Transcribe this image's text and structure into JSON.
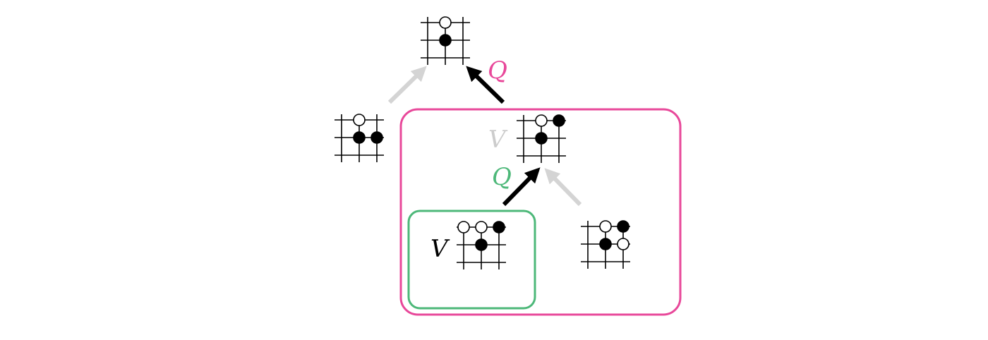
{
  "labels": {
    "q_top": "Q",
    "v_middle": "V",
    "q_middle": "Q",
    "v_bottom": "V"
  },
  "colors": {
    "magenta": "#e8489a",
    "green": "#4db879",
    "gray_arrow": "#d4d4d4",
    "gray_label": "#cccccc",
    "black": "#000000"
  },
  "boards": {
    "top": [
      {
        "row": -1,
        "col": 1,
        "color": "white"
      },
      {
        "row": 0,
        "col": 1,
        "color": "black"
      }
    ],
    "left": [
      {
        "row": -1,
        "col": 1,
        "color": "white"
      },
      {
        "row": 0,
        "col": 1,
        "color": "black"
      },
      {
        "row": 0,
        "col": 2,
        "color": "black"
      }
    ],
    "middle": [
      {
        "row": -1,
        "col": 1,
        "color": "white"
      },
      {
        "row": -1,
        "col": 2,
        "color": "black"
      },
      {
        "row": 0,
        "col": 1,
        "color": "black"
      }
    ],
    "bottom_left": [
      {
        "row": -1,
        "col": 0,
        "color": "white"
      },
      {
        "row": -1,
        "col": 1,
        "color": "white"
      },
      {
        "row": -1,
        "col": 2,
        "color": "black"
      },
      {
        "row": 0,
        "col": 1,
        "color": "black"
      }
    ],
    "bottom_right": [
      {
        "row": -1,
        "col": 1,
        "color": "white"
      },
      {
        "row": -1,
        "col": 2,
        "color": "black"
      },
      {
        "row": 0,
        "col": 1,
        "color": "black"
      },
      {
        "row": 0,
        "col": 2,
        "color": "white"
      }
    ]
  }
}
